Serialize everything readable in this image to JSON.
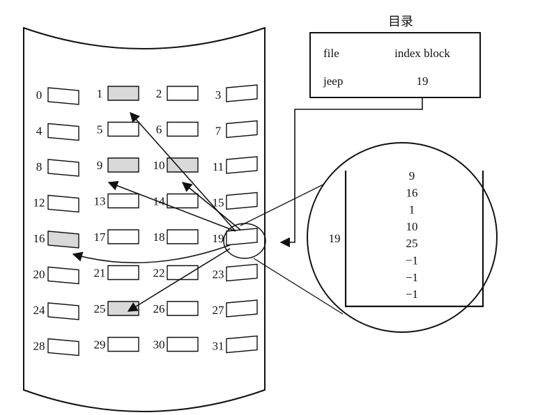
{
  "directory": {
    "title": "目录",
    "col_file": "file",
    "col_index": "index block",
    "row_file": "jeep",
    "row_index": "19"
  },
  "disk": {
    "block_numbers": [
      "0",
      "1",
      "2",
      "3",
      "4",
      "5",
      "6",
      "7",
      "8",
      "9",
      "10",
      "11",
      "12",
      "13",
      "14",
      "15",
      "16",
      "17",
      "18",
      "19",
      "20",
      "21",
      "22",
      "23",
      "24",
      "25",
      "26",
      "27",
      "28",
      "29",
      "30",
      "31"
    ],
    "allocated_blocks": [
      1,
      9,
      10,
      16,
      25
    ],
    "index_block_id": 19
  },
  "index_block": {
    "label": "19",
    "entries": [
      "9",
      "16",
      "1",
      "10",
      "25",
      "−1",
      "−1",
      "−1"
    ]
  },
  "colors": {
    "allocated_fill": "#d9d9d9",
    "stroke": "#111111",
    "background": "#ffffff"
  }
}
